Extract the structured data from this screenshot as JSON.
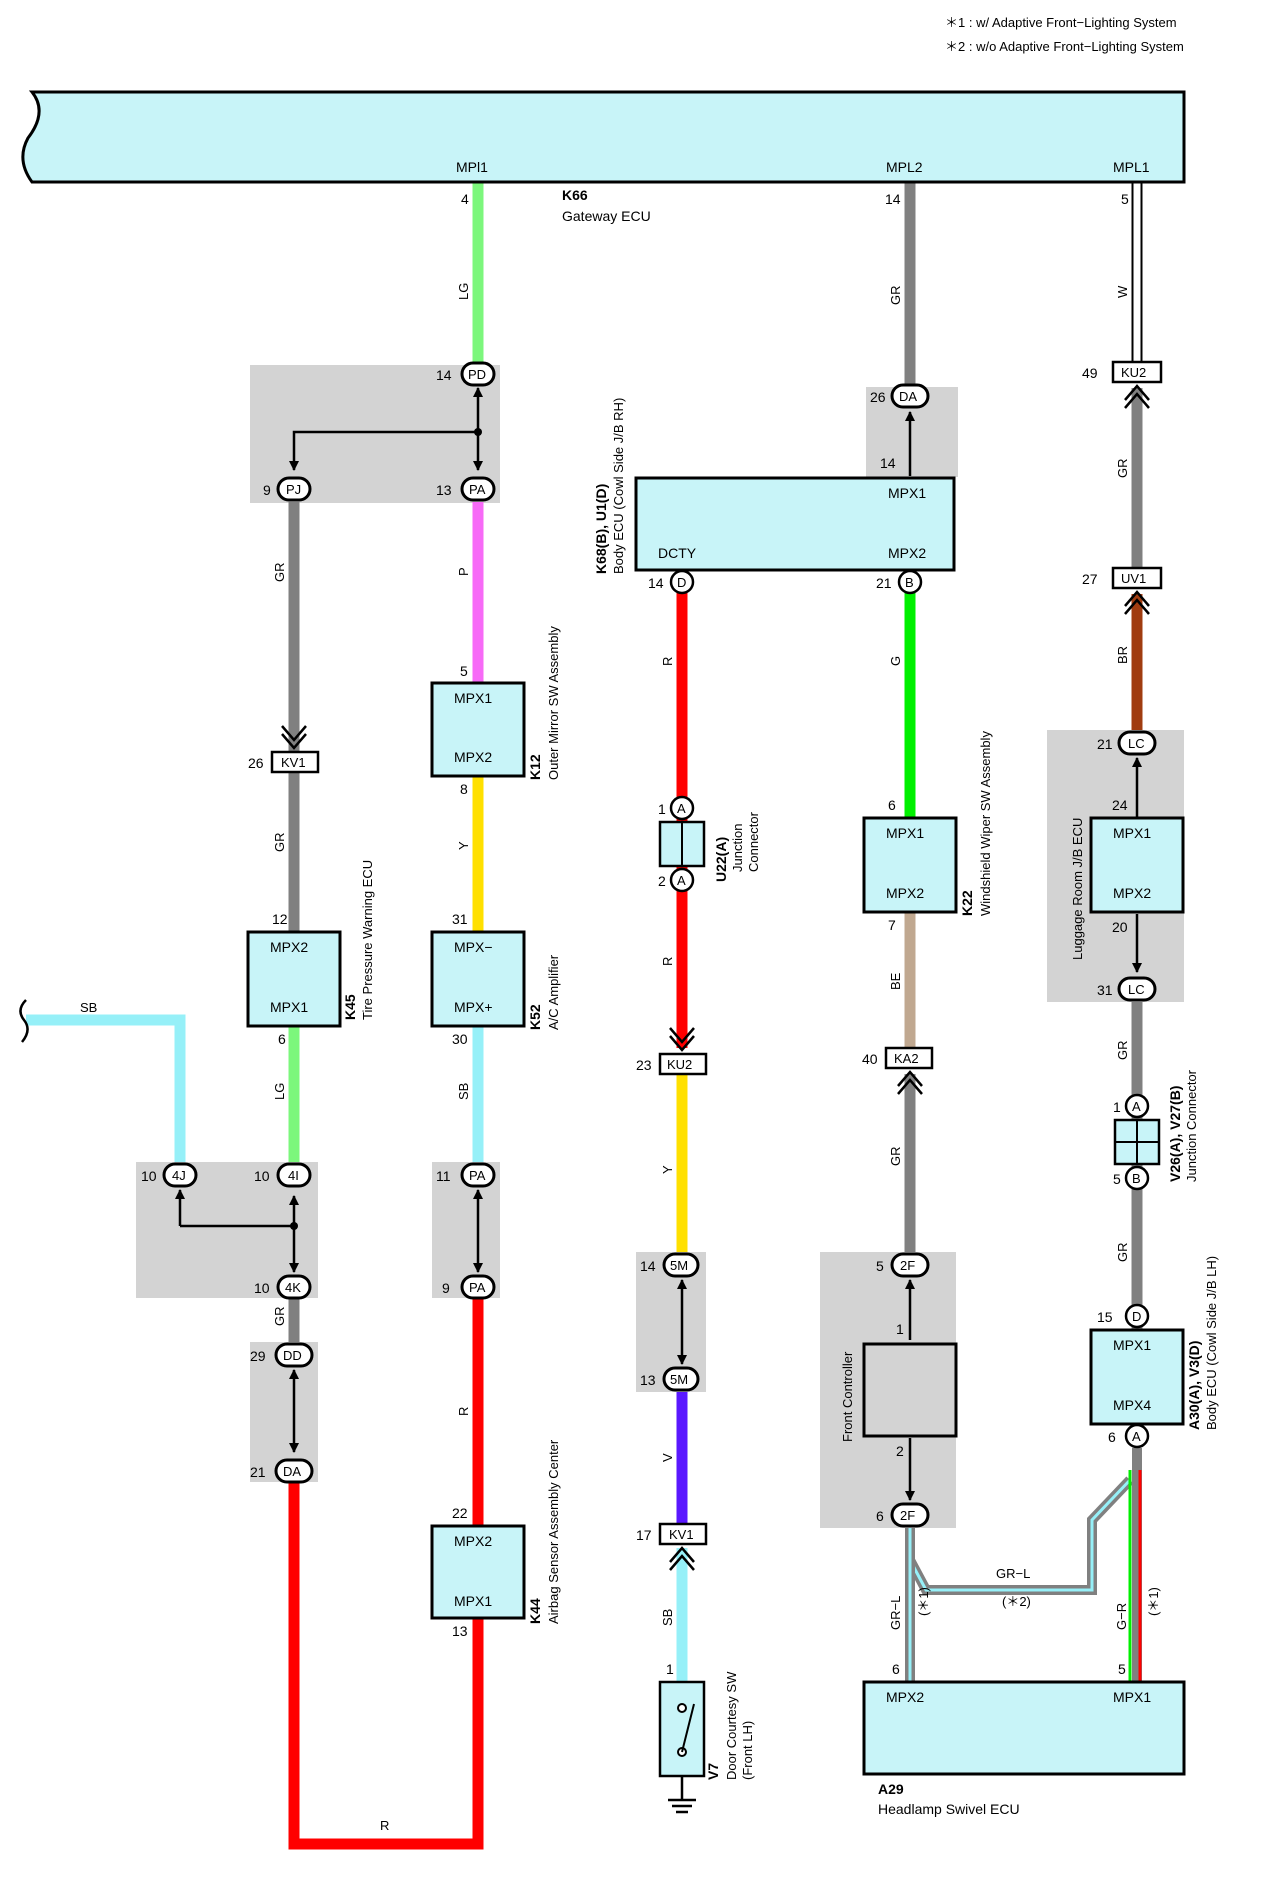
{
  "notes": [
    "＊1 : w/ Adaptive Front−Lighting System",
    "＊2 : w/o Adaptive Front−Lighting System"
  ],
  "colors": {
    "box": "#c8f4f8",
    "shade": "#d3d3d3",
    "LG": "#7cf77c",
    "GR": "#808080",
    "W": "#ffffff",
    "P": "#f76af7",
    "Y": "#ffe000",
    "R": "#ff0000",
    "SB": "#96f0f8",
    "G": "#00f000",
    "BE": "#c0a890",
    "BR": "#a03c10",
    "V": "#5a18ff"
  },
  "gateway": {
    "code": "K66",
    "name": "Gateway ECU",
    "t1": "MPl1",
    "t2": "MPL2",
    "t3": "MPL1"
  },
  "body_rh": {
    "code": "K68(B), U1(D)",
    "name": "Body ECU (Cowl Side J/B RH)",
    "mpx1": "MPX1",
    "mpx2": "MPX2",
    "dcty": "DCTY"
  },
  "k12": {
    "code": "K12",
    "name": "Outer Mirror SW Assembly",
    "a": "MPX1",
    "b": "MPX2"
  },
  "k45": {
    "code": "K45",
    "name": "Tire Pressure Warning ECU",
    "a": "MPX2",
    "b": "MPX1"
  },
  "k52": {
    "code": "K52",
    "name": "A/C Amplifier",
    "a": "MPX−",
    "b": "MPX+"
  },
  "k44": {
    "code": "K44",
    "name": "Airbag Sensor Assembly Center",
    "a": "MPX2",
    "b": "MPX1"
  },
  "k22": {
    "code": "K22",
    "name": "Windshield Wiper SW Assembly",
    "a": "MPX1",
    "b": "MPX2"
  },
  "u22": {
    "code": "U22(A)",
    "name1": "Junction",
    "name2": "Connector"
  },
  "v7": {
    "code": "V7",
    "name1": "Door Courtesy SW",
    "name2": "(Front LH)"
  },
  "front_controller": {
    "name": "Front Controller"
  },
  "luggage": {
    "name": "Luggage Room J/B ECU",
    "a": "MPX1",
    "b": "MPX2"
  },
  "v26": {
    "code": "V26(A), V27(B)",
    "name": "Junction Connector"
  },
  "body_lh": {
    "code": "A30(A), V3(D)",
    "name": "Body ECU (Cowl Side J/B LH)",
    "a": "MPX1",
    "b": "MPX4"
  },
  "a29": {
    "code": "A29",
    "name": "Headlamp Swivel ECU",
    "a": "MPX2",
    "b": "MPX1"
  },
  "connectors": {
    "PD": "PD",
    "PJ": "PJ",
    "PA": "PA",
    "KV1": "KV1",
    "4J": "4J",
    "4I": "4I",
    "4K": "4K",
    "DD": "DD",
    "DA": "DA",
    "KU2": "KU2",
    "5M": "5M",
    "UV1": "UV1",
    "LC": "LC",
    "KA2": "KA2",
    "2F": "2F",
    "D": "D",
    "B": "B",
    "A": "A"
  },
  "wire_labels": {
    "LG": "LG",
    "GR": "GR",
    "W": "W",
    "P": "P",
    "Y": "Y",
    "R": "R",
    "SB": "SB",
    "G": "G",
    "BE": "BE",
    "BR": "BR",
    "V": "V",
    "GRL": "GR−L",
    "GRR": "G−R",
    "n1": "(＊1)",
    "n2": "(＊2)"
  },
  "pins": {
    "p4": "4",
    "p14": "14",
    "p5": "5",
    "p9": "9",
    "p13": "13",
    "p26": "26",
    "p12": "12",
    "p6": "6",
    "p8": "8",
    "p31": "31",
    "p30": "30",
    "p10": "10",
    "p11": "11",
    "p29": "29",
    "p21": "21",
    "p22": "22",
    "p1": "1",
    "p2": "2",
    "p23": "23",
    "p17": "17",
    "p7": "7",
    "p40": "40",
    "p49": "49",
    "p27": "27",
    "p24": "24",
    "p20": "20",
    "p15": "15"
  }
}
